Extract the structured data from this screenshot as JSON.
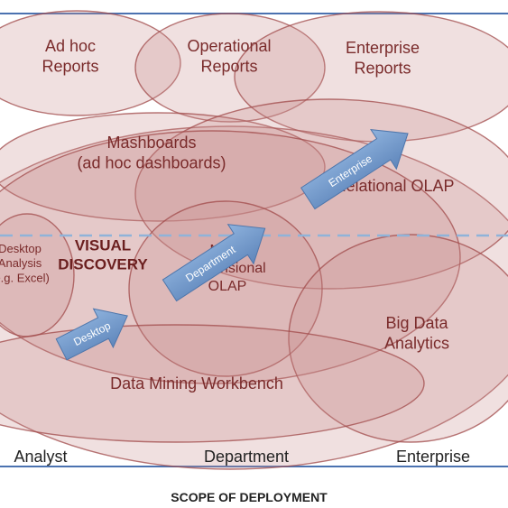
{
  "regions": {
    "adhoc": "Ad hoc\nReports",
    "operational": "Operational\nReports",
    "enterprise_reports": "Enterprise\nReports",
    "mashboards": "Mashboards\n(ad hoc dashboards)",
    "relational_olap": "Relational OLAP",
    "desktop_analysis": "Desktop\nAnalysis\n(e.g. Excel)",
    "visual_discovery": "VISUAL\nDISCOVERY",
    "multidimensional_olap": "Multi-\ndimensional\nOLAP",
    "big_data": "Big Data\nAnalytics",
    "data_mining": "Data Mining Workbench"
  },
  "arrows": {
    "desktop": "Desktop",
    "department": "Department",
    "enterprise": "Enterprise"
  },
  "axis": {
    "ticks": [
      "Analyst",
      "Department",
      "Enterprise"
    ],
    "title": "SCOPE OF DEPLOYMENT"
  },
  "colors": {
    "ellipse_fill": "#c98f8f",
    "ellipse_stroke": "#a04a4a",
    "text_red": "#7a2b2b",
    "arrow_blue": "#6f95c6",
    "frame_blue": "#4b72b0",
    "dash_blue": "#8fb3d9"
  }
}
